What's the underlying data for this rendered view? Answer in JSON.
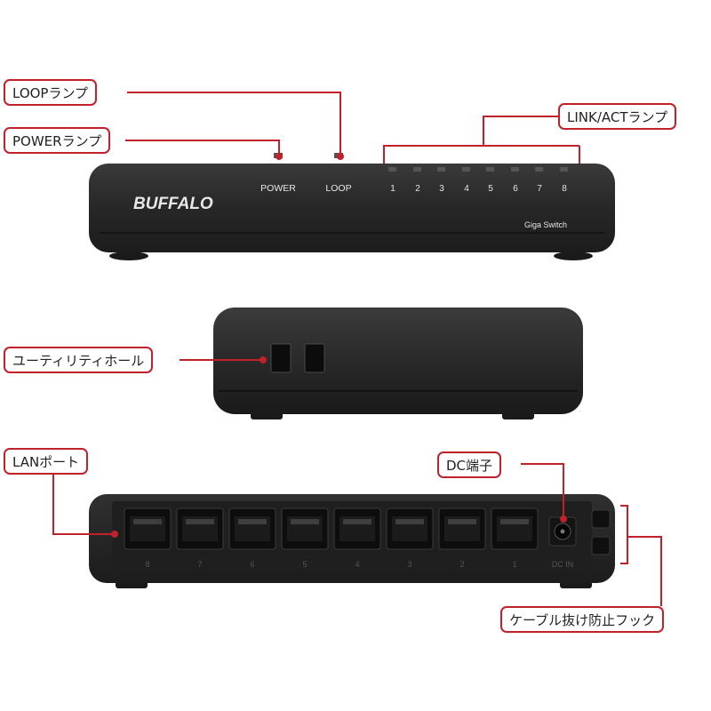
{
  "callouts": {
    "loop_lamp": "LOOPランプ",
    "power_lamp": "POWERランプ",
    "link_act_lamp": "LINK/ACTランプ",
    "utility_hole": "ユーティリティホール",
    "lan_port": "LANポート",
    "dc_jack": "DC端子",
    "cable_hook": "ケーブル抜け防止フック"
  },
  "front_panel": {
    "brand": "BUFFALO",
    "model": "Giga Switch",
    "power_label": "POWER",
    "loop_label": "LOOP",
    "port_numbers": [
      "1",
      "2",
      "3",
      "4",
      "5",
      "6",
      "7",
      "8"
    ]
  },
  "rear_panel": {
    "port_numbers": [
      "8",
      "7",
      "6",
      "5",
      "4",
      "3",
      "2",
      "1"
    ],
    "dc_label": "DC IN"
  },
  "colors": {
    "callout_border": "#c0212b",
    "device_body": "#262626"
  }
}
